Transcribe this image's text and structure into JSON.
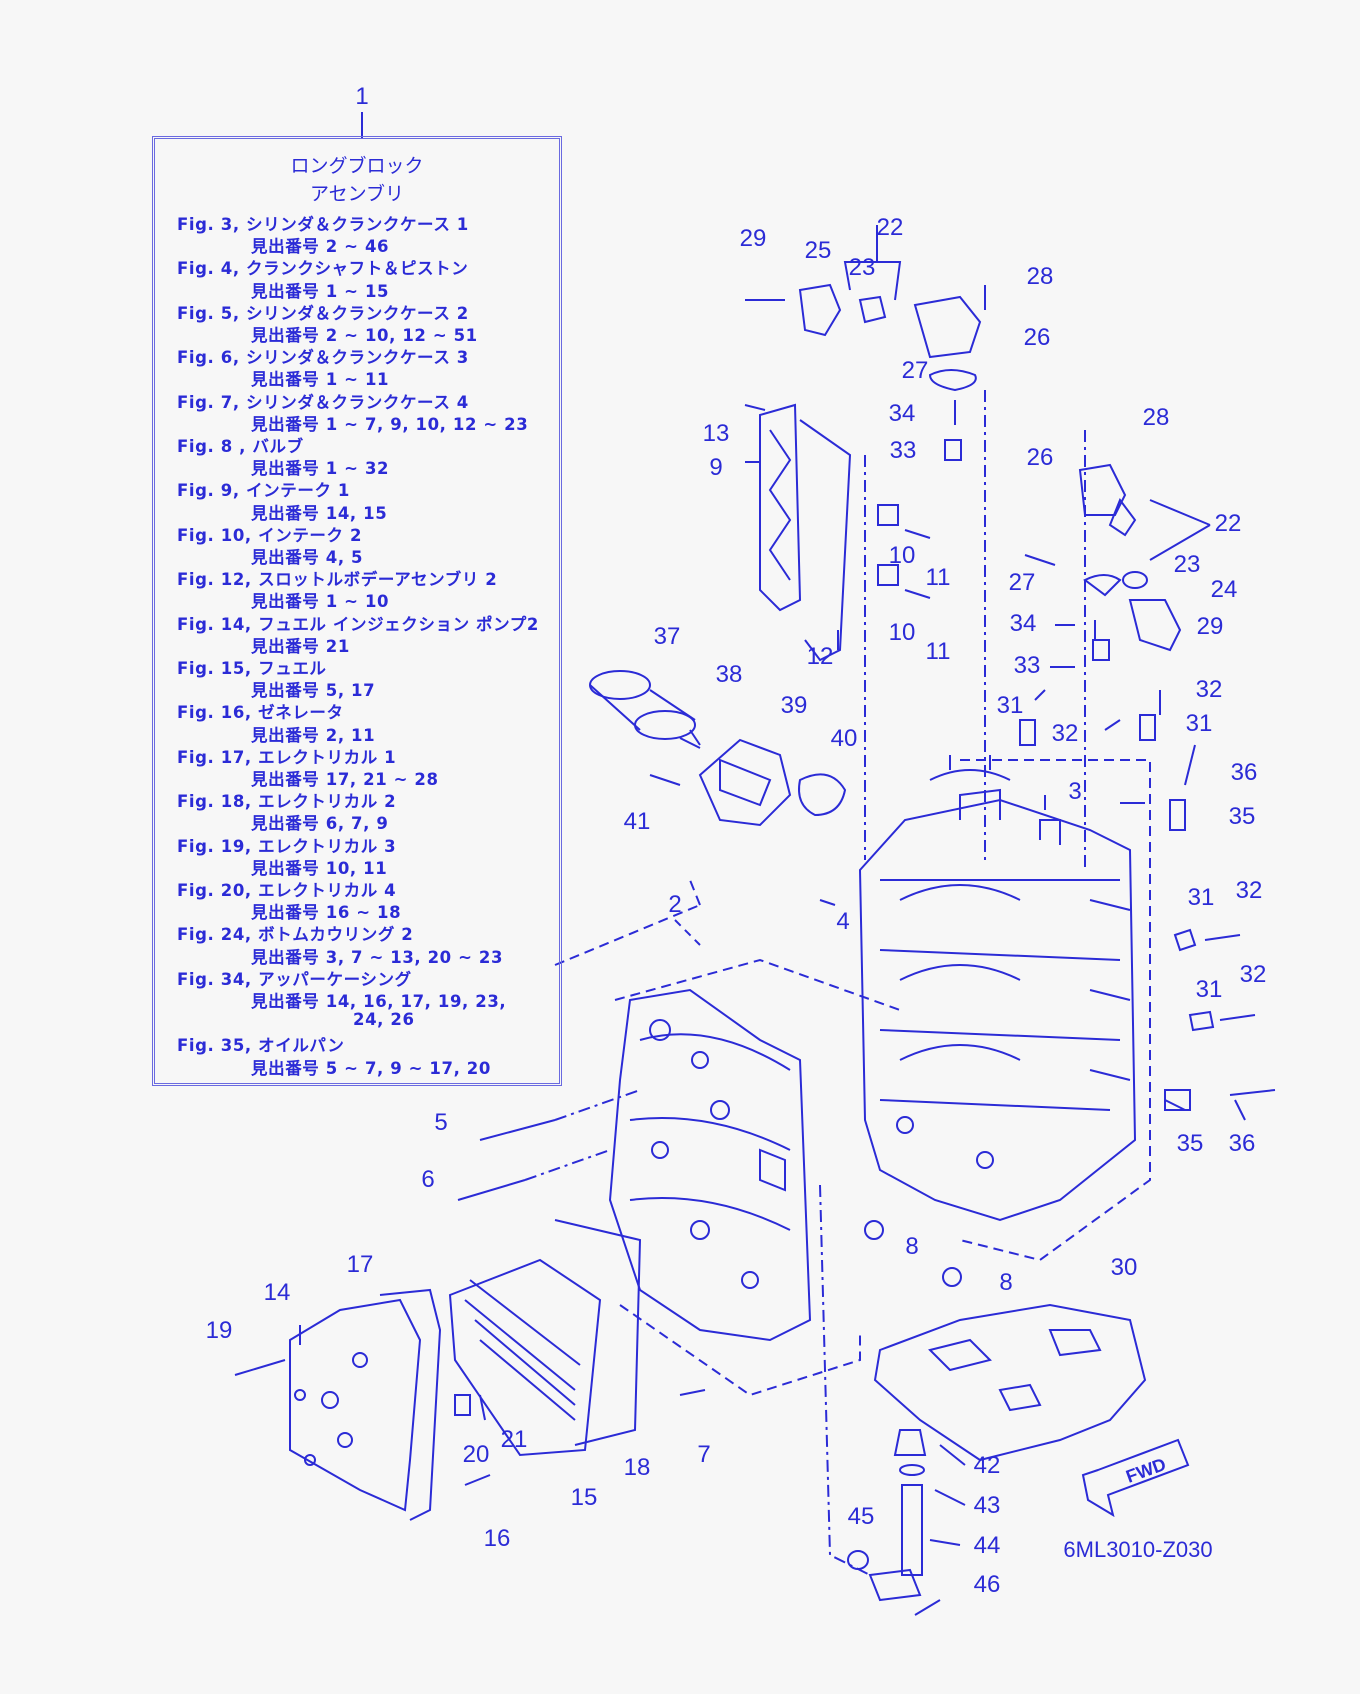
{
  "legend": {
    "ref": "1",
    "title_line1": "ロングブロック",
    "title_line2": "アセンブリ",
    "lines": [
      "Fig. 3, シリンダ＆クランクケース 1",
      "見出番号 2 ~ 46",
      "Fig. 4, クランクシャフト＆ピストン",
      "見出番号 1 ~ 15",
      "Fig. 5, シリンダ＆クランクケース 2",
      "見出番号 2 ~ 10, 12 ~ 51",
      "Fig. 6, シリンダ＆クランクケース 3",
      "見出番号 1 ~ 11",
      "Fig. 7, シリンダ＆クランクケース 4",
      "見出番号 1 ~ 7, 9, 10, 12 ~ 23",
      "Fig. 8 , バルブ",
      "見出番号 1 ~ 32",
      "Fig. 9, インテーク 1",
      "見出番号 14, 15",
      "Fig. 10, インテーク 2",
      "見出番号 4, 5",
      "Fig. 12, スロットルボデーアセンブリ 2",
      "見出番号 1 ~ 10",
      "Fig. 14, フュエル インジェクション ポンプ2",
      "見出番号 21",
      "Fig. 15, フュエル",
      "見出番号 5, 17",
      "Fig. 16, ゼネレータ",
      "見出番号 2, 11",
      "Fig. 17, エレクトリカル 1",
      "見出番号 17, 21 ~ 28",
      "Fig. 18, エレクトリカル 2",
      "見出番号 6, 7, 9",
      "Fig. 19, エレクトリカル 3",
      "見出番号 10, 11",
      "Fig. 20, エレクトリカル 4",
      "見出番号 16 ~ 18",
      "Fig. 24, ボトムカウリング 2",
      "見出番号 3, 7 ~ 13, 20 ~ 23",
      "Fig. 34, アッパーケーシング",
      "見出番号 14, 16, 17, 19, 23,",
      "24, 26",
      "Fig. 35, オイルパン",
      "見出番号 5 ~ 7, 9 ~ 17, 20"
    ]
  },
  "callouts": [
    "2",
    "3",
    "4",
    "5",
    "6",
    "7",
    "8",
    "8",
    "9",
    "10",
    "10",
    "11",
    "11",
    "12",
    "13",
    "14",
    "15",
    "16",
    "17",
    "18",
    "19",
    "20",
    "21",
    "22",
    "22",
    "23",
    "23",
    "24",
    "25",
    "26",
    "26",
    "27",
    "27",
    "28",
    "28",
    "29",
    "29",
    "30",
    "31",
    "31",
    "31",
    "31",
    "32",
    "32",
    "32",
    "32",
    "33",
    "33",
    "34",
    "34",
    "35",
    "35",
    "36",
    "36",
    "37",
    "38",
    "39",
    "40",
    "41",
    "42",
    "43",
    "44",
    "45",
    "46"
  ],
  "fwd_label": "FWD",
  "figure_code": "6ML3010-Z030",
  "colors": {
    "line": "#2b2bd6",
    "background": "#f7f7f7"
  }
}
